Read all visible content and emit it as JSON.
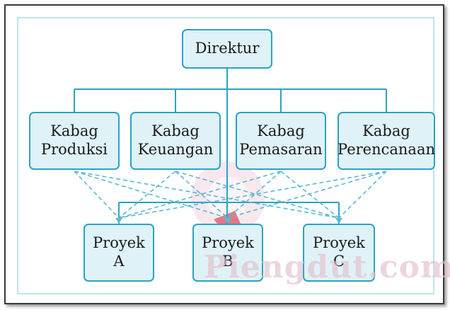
{
  "title": "Direktur",
  "departments": [
    {
      "label": "Kabag\nProduksi"
    },
    {
      "label": "Kabag\nKeuangan"
    },
    {
      "label": "Kabag\nPemasaran"
    },
    {
      "label": "Kabag\nPerencanaan"
    }
  ],
  "projects": [
    {
      "label": "Proyek\nA"
    },
    {
      "label": "Proyek\nB"
    },
    {
      "label": "Proyek\nC"
    }
  ],
  "watermark": "Piengdut.com",
  "colors": {
    "box_fill": "#dff2f7",
    "box_border": "#2aa3c4",
    "line": "#2aa3c4",
    "dashed": "#5bb8d6",
    "watermark": "#e4c0cc"
  }
}
